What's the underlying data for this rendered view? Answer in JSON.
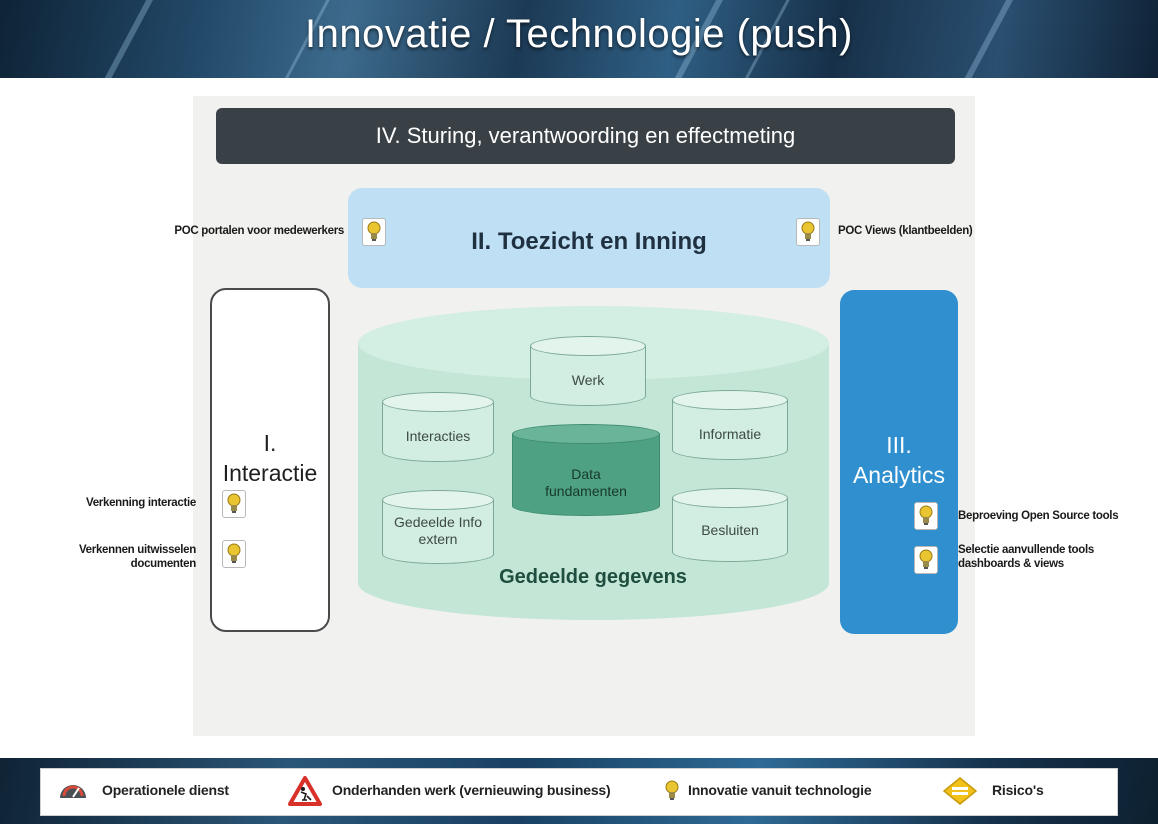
{
  "header": {
    "title": "Innovatie / Technologie (push)"
  },
  "diagram": {
    "top_bar": "IV. Sturing, verantwoording en effectmeting",
    "toezicht": "II. Toezicht en Inning",
    "interactie": {
      "line1": "I.",
      "line2": "Interactie"
    },
    "analytics": {
      "line1": "III.",
      "line2": "Analytics"
    },
    "shared_data": "Gedeelde gegevens",
    "cylinders": {
      "werk": "Werk",
      "interacties": "Interacties",
      "informatie": "Informatie",
      "data_fundamenten": "Data fundamenten",
      "gedeelde_info": "Gedeelde Info extern",
      "besluiten": "Besluiten"
    },
    "innovations": {
      "poc_portalen": "POC portalen voor medewerkers",
      "poc_views": "POC Views (klantbeelden)",
      "verkenning_interactie": "Verkenning interactie",
      "verkennen_uitwisselen": "Verkennen uitwisselen documenten",
      "beproeving": "Beproeving Open Source tools",
      "selectie": "Selectie aanvullende tools dashboards & views"
    }
  },
  "legend": {
    "operationele_dienst": "Operationele dienst",
    "onderhanden_werk": "Onderhanden werk (vernieuwing business)",
    "innovatie": "Innovatie vanuit technologie",
    "risicos": "Risico's"
  },
  "colors": {
    "header_bg": "#1c3a55",
    "top_bar": "#394146",
    "toezicht": "#bfe0f4",
    "analytics": "#2f8fcf",
    "shared_data": "#c3e6d6",
    "data_core": "#4ea283",
    "bulb": "#e8c531"
  }
}
